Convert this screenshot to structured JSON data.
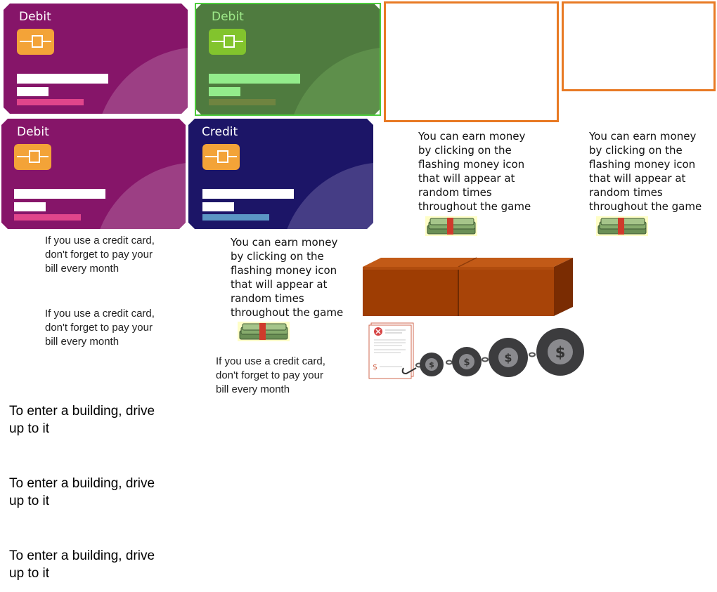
{
  "cards": [
    {
      "label": "Debit"
    },
    {
      "label": "Debit"
    },
    {
      "label": "Debit"
    },
    {
      "label": "Credit"
    }
  ],
  "tips": {
    "earn_money": "You can earn money\nby clicking on the\nflashing money icon\nthat will appear at\nrandom times\nthroughout the game",
    "credit_card": "If you use a credit card,\ndon't forget to pay your\nbill every month",
    "enter_building": "To enter a building, drive\nup to it"
  },
  "icons": {
    "money": "money-stack-icon",
    "chip": "card-chip-icon",
    "debt": "debt-chain-icon",
    "counter": "counter-desk"
  },
  "colors": {
    "selection_green": "#4ccd3b",
    "box_orange": "#e87a24",
    "card_magenta": "#861569",
    "card_green": "#4f7b3f",
    "card_navy": "#1c1567",
    "chip_orange": "#f3a338"
  }
}
